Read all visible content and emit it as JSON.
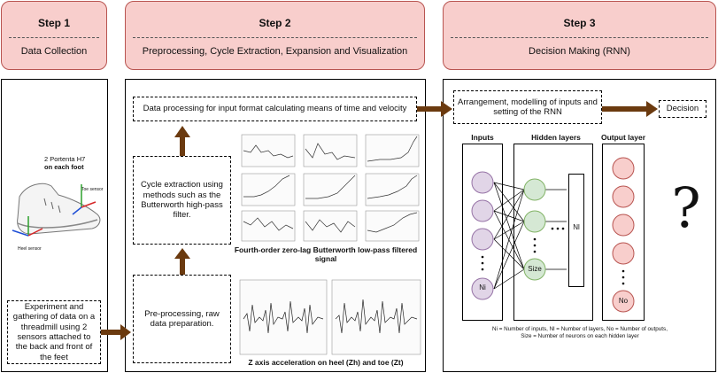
{
  "steps": [
    {
      "title": "Step 1",
      "subtitle": "Data Collection"
    },
    {
      "title": "Step 2",
      "subtitle": "Preprocessing, Cycle Extraction, Expansion and Visualization"
    },
    {
      "title": "Step 3",
      "subtitle": "Decision Making (RNN)"
    }
  ],
  "step1": {
    "device_line1": "2 Portenta H7",
    "device_line2": "on each foot",
    "toe_sensor": "Toe sensor",
    "heel_sensor": "Heel sensor",
    "experiment_text": "Experiment and gathering of data on a threadmill using 2 sensors attached to the back and front of the feet"
  },
  "step2": {
    "data_processing": "Data processing for input format calculating means of time and velocity",
    "cycle_extraction": "Cycle extraction using methods such as the Butterworth high-pass filter.",
    "preprocessing": "Pre-processing, raw data preparation.",
    "filtered_caption": "Fourth-order zero-lag Butterworth low-pass filtered signal",
    "acceleration_caption": "Z axis acceleration on heel (Zh) and toe (Zt)"
  },
  "step3": {
    "arrangement": "Arrangement, modelling of inputs and setting of the RNN",
    "decision": "Decision",
    "inputs_label": "Inputs",
    "hidden_label": "Hidden layers",
    "output_label": "Output layer",
    "input_node_label": "Ni",
    "hidden_node_label": "Size",
    "layer_box_label": "Nl",
    "output_node_label": "No",
    "question_mark": "?",
    "legend_line1": "Ni = Number of inputs, Nl = Number of layers, No = Number of outputs,",
    "legend_line2": "Size = Number of neurons on each hidden layer"
  },
  "colors": {
    "header_fill": "#f8cecc",
    "header_stroke": "#b85450",
    "arrow": "#6b3a0f",
    "input_fill": "#e1d5e7",
    "input_stroke": "#9673a6",
    "hidden_fill": "#d5e8d4",
    "hidden_stroke": "#82b366",
    "output_fill": "#f8cecc",
    "output_stroke": "#b85450"
  }
}
